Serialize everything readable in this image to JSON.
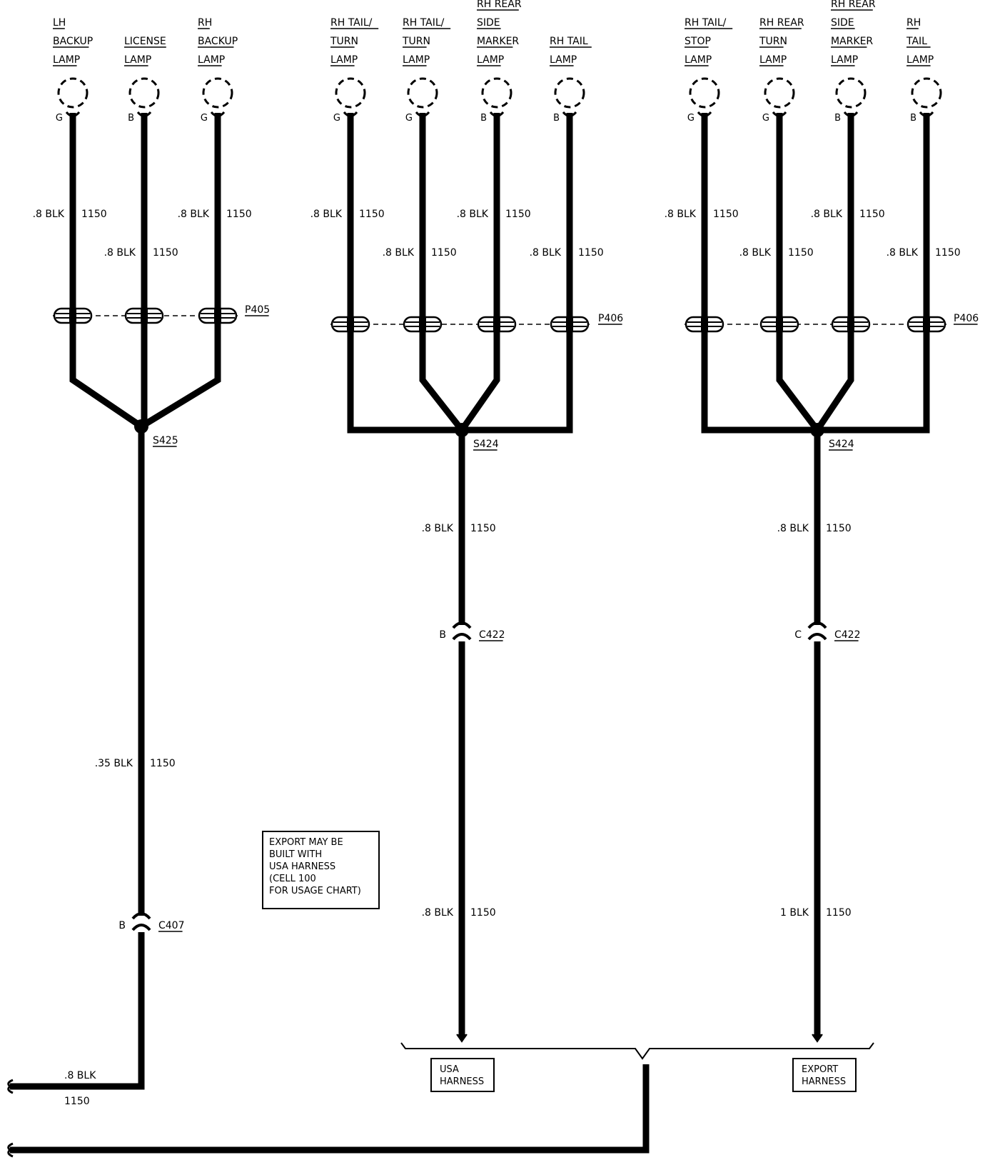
{
  "colors": {
    "wire": "#000000",
    "background": "#ffffff"
  },
  "lamp_groups": [
    {
      "connector": "P405",
      "splice": "S425",
      "lamps": [
        {
          "name_lines": [
            "LH",
            "BACKUP",
            "LAMP"
          ],
          "pin": "G",
          "upper_wire": {
            "gauge": ".8 BLK",
            "circuit": "1150"
          }
        },
        {
          "name_lines": [
            "LICENSE",
            "LAMP"
          ],
          "pin": "B",
          "upper_wire": {
            "gauge": ".8 BLK",
            "circuit": "1150"
          }
        },
        {
          "name_lines": [
            "RH",
            "BACKUP",
            "LAMP"
          ],
          "pin": "G",
          "upper_wire": {
            "gauge": ".8 BLK",
            "circuit": "1150"
          }
        }
      ]
    },
    {
      "connector": "P406",
      "splice": "S424",
      "lamps": [
        {
          "name_lines": [
            "RH TAIL/",
            "TURN",
            "LAMP"
          ],
          "pin": "G",
          "upper_wire": {
            "gauge": ".8 BLK",
            "circuit": "1150"
          }
        },
        {
          "name_lines": [
            "RH TAIL/",
            "TURN",
            "LAMP"
          ],
          "pin": "G",
          "upper_wire": {
            "gauge": ".8 BLK",
            "circuit": "1150"
          }
        },
        {
          "name_lines": [
            "RH REAR",
            "SIDE",
            "MARKER",
            "LAMP"
          ],
          "pin": "B",
          "upper_wire": {
            "gauge": ".8 BLK",
            "circuit": "1150"
          }
        },
        {
          "name_lines": [
            "RH TAIL",
            "LAMP"
          ],
          "pin": "B",
          "upper_wire": {
            "gauge": ".8 BLK",
            "circuit": "1150"
          }
        }
      ]
    },
    {
      "connector": "P406",
      "splice": "S424",
      "lamps": [
        {
          "name_lines": [
            "RH TAIL/",
            "STOP",
            "LAMP"
          ],
          "pin": "G",
          "upper_wire": {
            "gauge": ".8 BLK",
            "circuit": "1150"
          }
        },
        {
          "name_lines": [
            "RH REAR",
            "TURN",
            "LAMP"
          ],
          "pin": "G",
          "upper_wire": {
            "gauge": ".8 BLK",
            "circuit": "1150"
          }
        },
        {
          "name_lines": [
            "RH REAR",
            "SIDE",
            "MARKER",
            "LAMP"
          ],
          "pin": "B",
          "upper_wire": {
            "gauge": ".8 BLK",
            "circuit": "1150"
          }
        },
        {
          "name_lines": [
            "RH",
            "TAIL",
            "LAMP"
          ],
          "pin": "B",
          "upper_wire": {
            "gauge": ".8 BLK",
            "circuit": "1150"
          }
        }
      ]
    }
  ],
  "trunks": [
    {
      "wire_a": {
        "gauge": ".35 BLK",
        "circuit": "1150"
      },
      "inline_connector": {
        "name": "C407",
        "pin": "B"
      },
      "wire_b": {
        "gauge": ".8 BLK",
        "circuit": "1150"
      }
    },
    {
      "wire_a": {
        "gauge": ".8 BLK",
        "circuit": "1150"
      },
      "inline_connector": {
        "name": "C422",
        "pin": "B"
      },
      "wire_b": {
        "gauge": ".8 BLK",
        "circuit": "1150"
      }
    },
    {
      "wire_a": {
        "gauge": ".8 BLK",
        "circuit": "1150"
      },
      "inline_connector": {
        "name": "C422",
        "pin": "C"
      },
      "wire_b": {
        "gauge": "1 BLK",
        "circuit": "1150"
      }
    }
  ],
  "note_lines": [
    "EXPORT MAY BE",
    "BUILT WITH",
    "USA HARNESS",
    "(CELL 100",
    "FOR USAGE CHART)"
  ],
  "harness_labels": {
    "usa": [
      "USA",
      "HARNESS"
    ],
    "export": [
      "EXPORT",
      "HARNESS"
    ]
  }
}
